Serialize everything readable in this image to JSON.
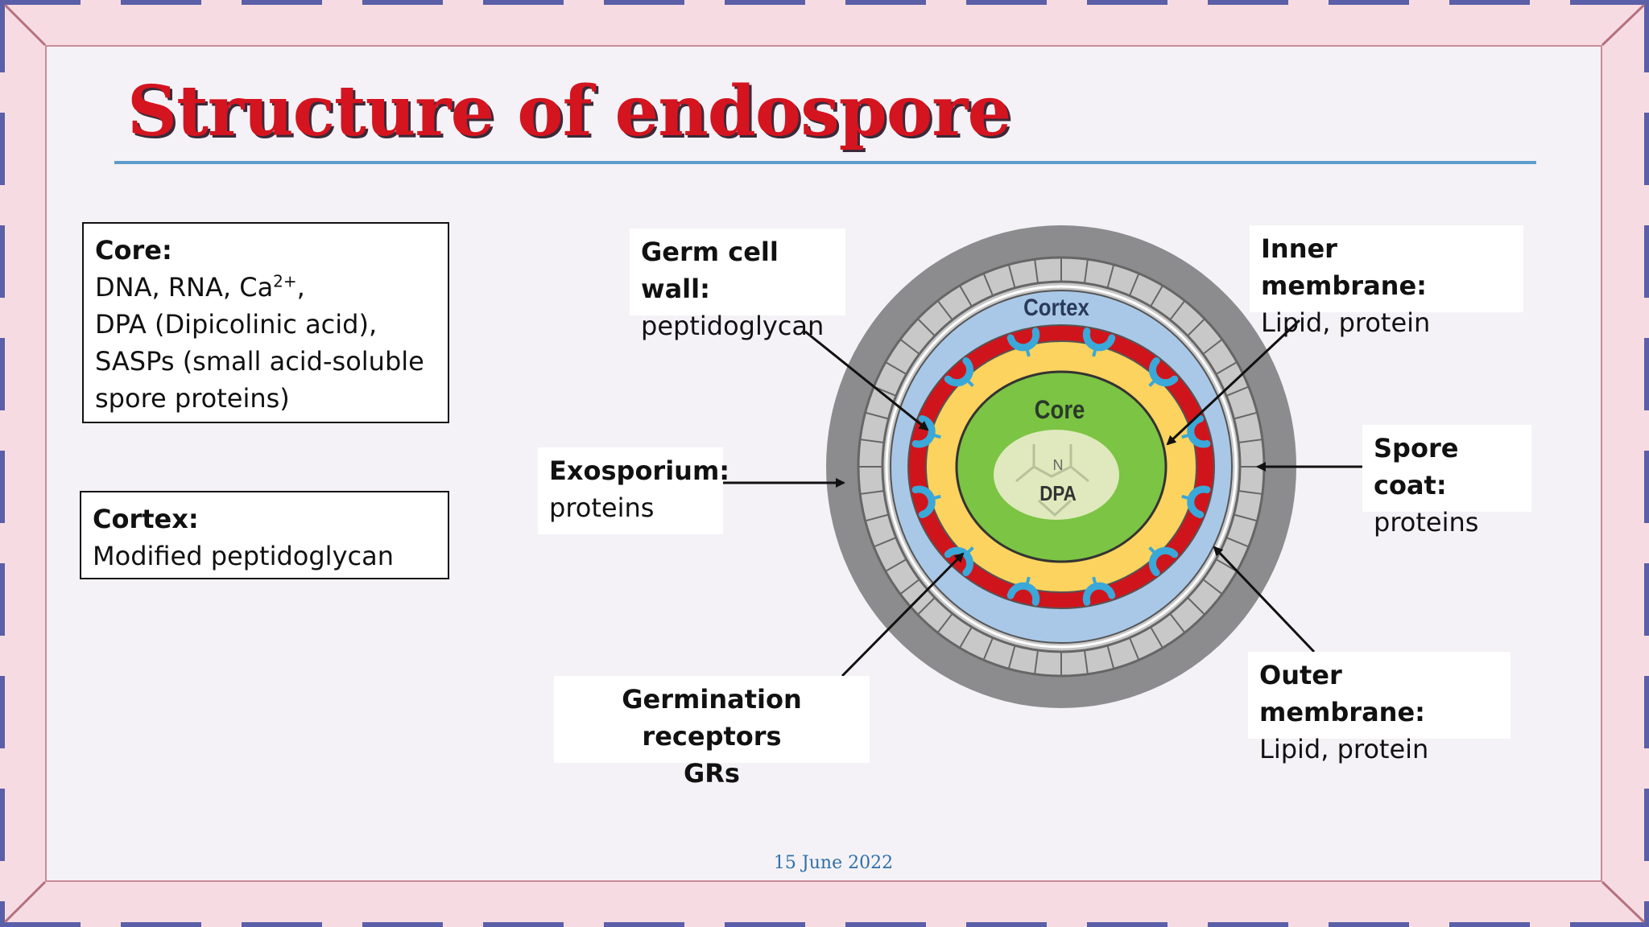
{
  "title": "Structure of endospore",
  "date": "15 June 2022",
  "info_boxes": {
    "core": {
      "heading": "Core:",
      "line1_main": "DNA, RNA, Ca",
      "line1_sup": "2+",
      "line1_tail": ",",
      "line2": "DPA (Dipicolinic acid),",
      "line3": "SASPs (small acid-soluble",
      "line4": "spore proteins)"
    },
    "cortex": {
      "heading": "Cortex:",
      "line1": "Modified peptidoglycan"
    }
  },
  "diagram": {
    "labels": {
      "germ_cell_wall": {
        "heading": "Germ cell wall:",
        "text": "peptidoglycan"
      },
      "inner_membrane": {
        "heading": "Inner membrane:",
        "text": "Lipid, protein"
      },
      "exosporium": {
        "heading": "Exosporium:",
        "text": "proteins"
      },
      "spore_coat": {
        "heading": "Spore coat:",
        "text": "proteins"
      },
      "germination_receptors": {
        "heading": "Germination receptors",
        "text": "GRs"
      },
      "outer_membrane": {
        "heading": "Outer membrane:",
        "text": "Lipid, protein"
      }
    },
    "inner_labels": {
      "cortex": "Cortex",
      "core": "Core",
      "dpa": "DPA",
      "nitrogen": "N"
    },
    "colors": {
      "exosporium": "#8c8c8e",
      "coat": "#c8c8c8",
      "cortex": "#a9c8e8",
      "germ_wall": "#d0141c",
      "inner_membrane": "#fbd35e",
      "core": "#7cc443",
      "dpa_zone": "#dfe9bd",
      "receptor": "#3aa8d8"
    }
  }
}
